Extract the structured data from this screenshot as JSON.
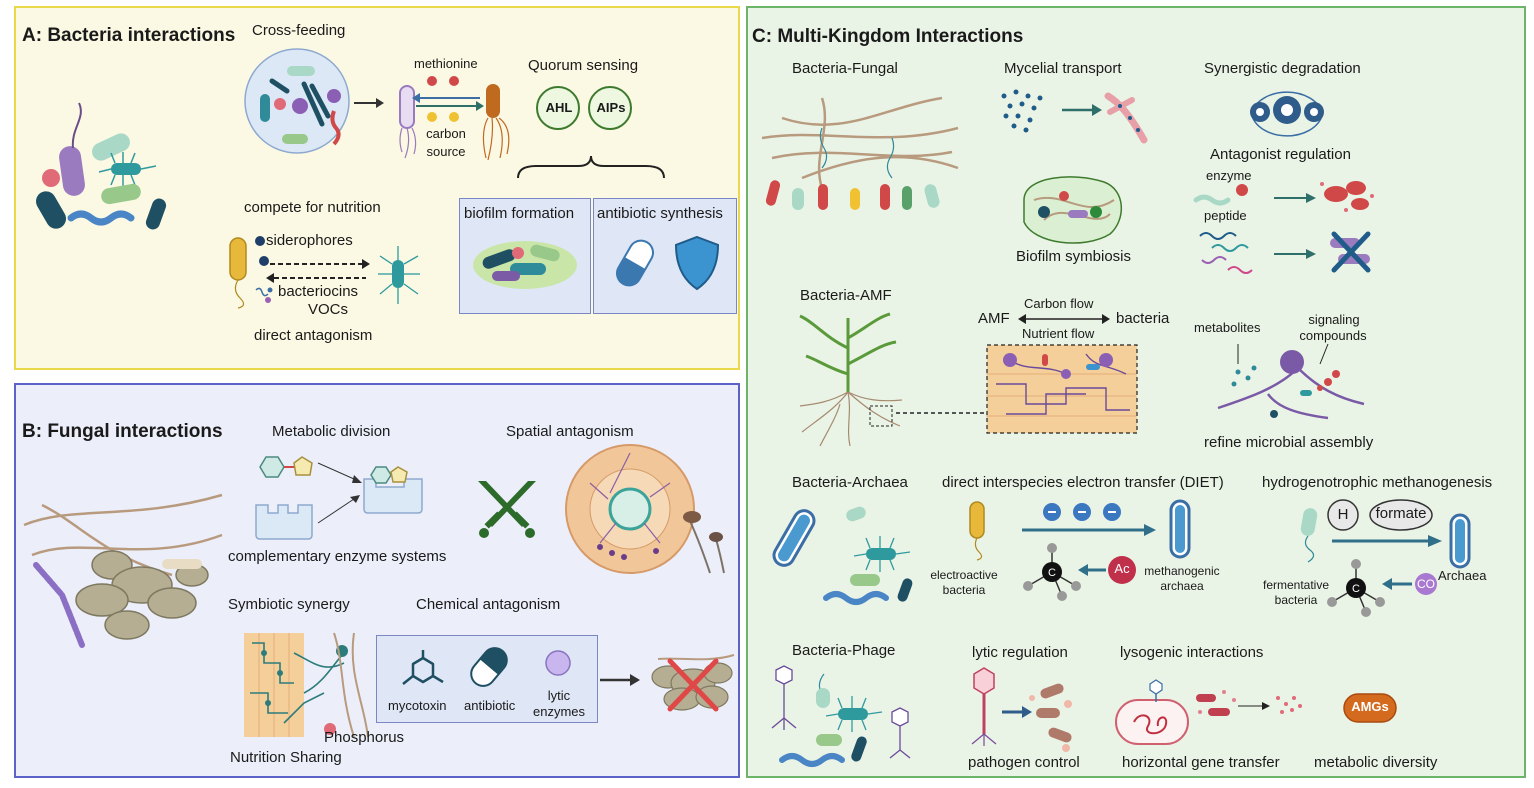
{
  "panelA": {
    "title": "A: Bacteria interactions",
    "cross_feeding": "Cross-feeding",
    "methionine": "methionine",
    "carbon": "carbon",
    "source": "source",
    "quorum_sensing": "Quorum sensing",
    "ahl": "AHL",
    "aips": "AIPs",
    "biofilm_formation": "biofilm formation",
    "antibiotic_synthesis": "antibiotic synthesis",
    "compete": "compete for nutrition",
    "siderophores": "siderophores",
    "bacteriocins": "bacteriocins",
    "vocs": "VOCs",
    "direct_antagonism": "direct antagonism"
  },
  "panelB": {
    "title": "B: Fungal interactions",
    "metabolic_division": "Metabolic division",
    "spatial_antagonism": "Spatial antagonism",
    "complementary": "complementary enzyme systems",
    "symbiotic_synergy": "Symbiotic synergy",
    "chemical_antagonism": "Chemical  antagonism",
    "mycotoxin": "mycotoxin",
    "antibiotic": "antibiotic",
    "lytic": "lytic",
    "enzymes": "enzymes",
    "phosphorus": "Phosphorus",
    "nutrition_sharing": "Nutrition Sharing"
  },
  "panelC": {
    "title": "C: Multi-Kingdom Interactions",
    "bacteria_fungal": "Bacteria-Fungal",
    "mycelial_transport": "Mycelial transport",
    "synergistic_degradation": "Synergistic degradation",
    "antagonist_regulation": "Antagonist regulation",
    "enzyme": "enzyme",
    "peptide": "peptide",
    "biofilm_symbiosis": "Biofilm symbiosis",
    "bacteria_amf": "Bacteria-AMF",
    "amf": "AMF",
    "carbon_flow": "Carbon flow",
    "nutrient_flow": "Nutrient flow",
    "bacteria": "bacteria",
    "metabolites": "metabolites",
    "signaling": "signaling",
    "compounds": "compounds",
    "refine": "refine microbial assembly",
    "bacteria_archaea": "Bacteria-Archaea",
    "diet": "direct interspecies electron transfer (DIET)",
    "electroactive": "electroactive",
    "bacteria_word": "bacteria",
    "methanogenic": "methanogenic",
    "archaea_word": "archaea",
    "ac": "Ac",
    "hydrogenotrophic": "hydrogenotrophic methanogenesis",
    "h": "H",
    "formate": "formate",
    "fermentative": "fermentative",
    "archaea_cap": "Archaea",
    "co": "CO",
    "bacteria_phage": "Bacteria-Phage",
    "lytic_regulation": "lytic regulation",
    "lysogenic": "lysogenic interactions",
    "pathogen_control": "pathogen control",
    "hgt": "horizontal gene transfer",
    "amgs": "AMGs",
    "metabolic_diversity": "metabolic diversity"
  },
  "colors": {
    "panelA_border": "#e9d84a",
    "panelB_border": "#5b63c8",
    "panelC_border": "#6db46a",
    "hypha": "#b89a7e",
    "arrow_teal": "#2f6f6a",
    "arrow_blue": "#3b6ea5"
  }
}
